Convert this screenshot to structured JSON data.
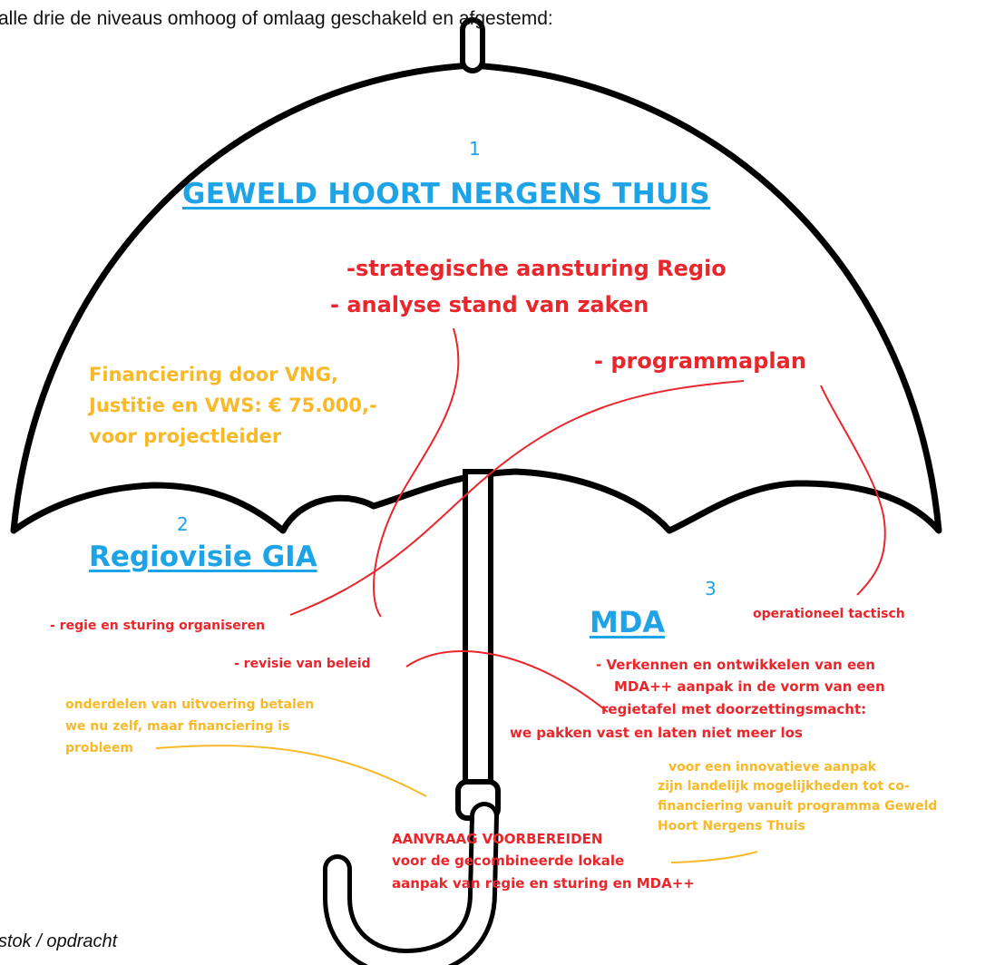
{
  "intro_text": "alle drie de niveaus omhoog of omlaag geschakeld en afgestemd:",
  "level1": {
    "number": "1",
    "title": "GEWELD HOORT NERGENS THUIS",
    "items": [
      "-strategische aansturing Regio",
      "- analyse stand van zaken",
      "- programmaplan"
    ],
    "financing": [
      "Financiering door VNG,",
      "Justitie en VWS: € 75.000,-",
      "voor projectleider"
    ]
  },
  "level2": {
    "number": "2",
    "title": "Regiovisie GIA",
    "items": [
      "- regie en sturing organiseren",
      "- revisie van beleid"
    ],
    "note": [
      "onderdelen van uitvoering betalen",
      "we nu zelf, maar financiering is",
      "probleem"
    ]
  },
  "level3": {
    "number": "3",
    "title": "MDA",
    "tag": "operationeel tactisch",
    "items": [
      "- Verkennen en ontwikkelen van een",
      "MDA++ aanpak in de vorm van een",
      "regietafel met doorzettingsmacht:",
      "we pakken vast en laten niet meer los"
    ],
    "note": [
      "voor een innovatieve aanpak",
      "zijn landelijk mogelijkheden tot co-",
      "financiering vanuit programma Geweld",
      "Hoort Nergens Thuis"
    ]
  },
  "handle": {
    "lines": [
      "AANVRAAG VOORBEREIDEN",
      "voor de gecombineerde lokale",
      "aanpak van regie en sturing en MDA++"
    ]
  },
  "caption": "stok / opdracht",
  "colors": {
    "heading": "#1ea3e6",
    "action": "#e8262b",
    "finance": "#f7b928",
    "outline": "#000000"
  }
}
